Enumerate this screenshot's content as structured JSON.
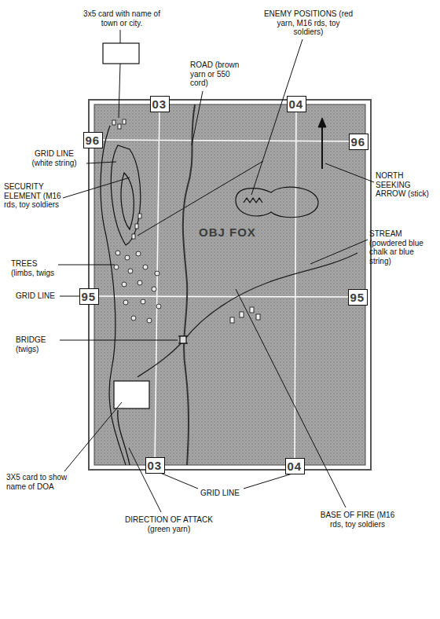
{
  "diagram": {
    "nodes": [
      {
        "text": [
          "OBJ FOX"
        ]
      },
      {
        "text": [
          "03"
        ],
        "in": 0
      },
      {
        "text": [
          "04"
        ],
        "in": 0
      },
      {
        "text": [
          "96"
        ],
        "in": 0
      },
      {
        "text": [
          "96"
        ],
        "in": 0
      },
      {
        "text": [
          "95"
        ],
        "in": 0
      },
      {
        "text": [
          "95"
        ],
        "in": 0
      },
      {
        "text": [
          "03"
        ],
        "in": 0
      },
      {
        "text": [
          "04"
        ],
        "in": 0
      }
    ],
    "labels": [
      "3x5 card with name of town or city.",
      "ROAD (brown yarn or 550 cord)",
      "ENEMY POSITIONS (red yarn, M16 rds, toy soldiers)",
      "GRID LINE (white string)",
      "SECURITY ELEMENT (M16 rds, toy soldiers",
      "NORTH SEEKING ARROW (stick)",
      "STREAM (powdered blue chalk ar blue string)",
      "TREES (limbs, twigs",
      "GRID LINE",
      "BRIDGE (twigs)",
      "3X5 card to show name of DOA",
      "GRID LINE",
      "DIRECTION OF ATTACK (green yarn)",
      "BASE OF FIRE (M16 rds, toy soldiers"
    ]
  }
}
